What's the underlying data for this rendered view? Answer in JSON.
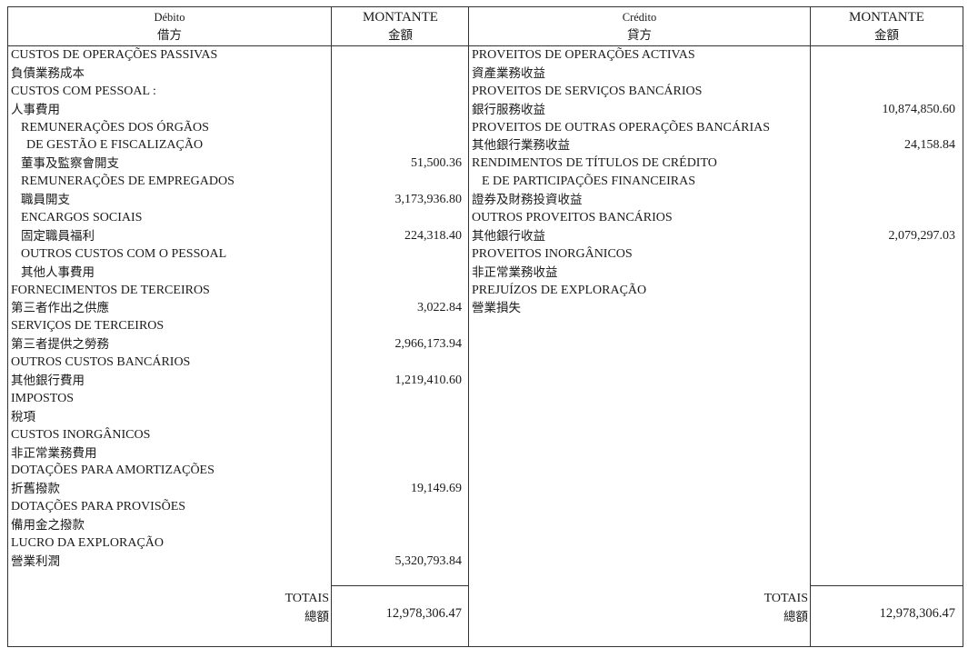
{
  "debit": {
    "header": {
      "pt": "Débito",
      "zh": "借方"
    },
    "amount_header": {
      "pt": "MONTANTE",
      "zh": "金額"
    },
    "rows": [
      {
        "text": "CUSTOS DE OPERAÇÕES PASSIVAS",
        "indent": 0,
        "amount": ""
      },
      {
        "text": "負債業務成本",
        "indent": 0,
        "amount": ""
      },
      {
        "text": "CUSTOS COM PESSOAL :",
        "indent": 0,
        "amount": ""
      },
      {
        "text": "人事費用",
        "indent": 0,
        "amount": ""
      },
      {
        "text": "REMUNERAÇÕES DOS ÓRGÃOS",
        "indent": 1,
        "amount": ""
      },
      {
        "text": "DE GESTÃO E FISCALIZAÇÃO",
        "indent": 2,
        "amount": ""
      },
      {
        "text": "董事及監察會開支",
        "indent": 1,
        "amount": "51,500.36"
      },
      {
        "text": "REMUNERAÇÕES DE EMPREGADOS",
        "indent": 1,
        "amount": ""
      },
      {
        "text": "職員開支",
        "indent": 1,
        "amount": "3,173,936.80"
      },
      {
        "text": "ENCARGOS SOCIAIS",
        "indent": 1,
        "amount": ""
      },
      {
        "text": "固定職員福利",
        "indent": 1,
        "amount": "224,318.40"
      },
      {
        "text": "OUTROS CUSTOS COM O PESSOAL",
        "indent": 1,
        "amount": ""
      },
      {
        "text": "其他人事費用",
        "indent": 1,
        "amount": ""
      },
      {
        "text": "FORNECIMENTOS DE TERCEIROS",
        "indent": 0,
        "amount": ""
      },
      {
        "text": "第三者作出之供應",
        "indent": 0,
        "amount": "3,022.84"
      },
      {
        "text": "SERVIÇOS DE TERCEIROS",
        "indent": 0,
        "amount": ""
      },
      {
        "text": "第三者提供之勞務",
        "indent": 0,
        "amount": "2,966,173.94"
      },
      {
        "text": "OUTROS CUSTOS BANCÁRIOS",
        "indent": 0,
        "amount": ""
      },
      {
        "text": "其他銀行費用",
        "indent": 0,
        "amount": "1,219,410.60"
      },
      {
        "text": "IMPOSTOS",
        "indent": 0,
        "amount": ""
      },
      {
        "text": "稅項",
        "indent": 0,
        "amount": ""
      },
      {
        "text": "CUSTOS INORGÂNICOS",
        "indent": 0,
        "amount": ""
      },
      {
        "text": "非正常業務費用",
        "indent": 0,
        "amount": ""
      },
      {
        "text": "DOTAÇÕES PARA AMORTIZAÇÕES",
        "indent": 0,
        "amount": ""
      },
      {
        "text": "折舊撥款",
        "indent": 0,
        "amount": "19,149.69"
      },
      {
        "text": "DOTAÇÕES PARA PROVISÕES",
        "indent": 0,
        "amount": ""
      },
      {
        "text": "備用金之撥款",
        "indent": 0,
        "amount": ""
      },
      {
        "text": "LUCRO DA EXPLORAÇÃO",
        "indent": 0,
        "amount": ""
      },
      {
        "text": "營業利潤",
        "indent": 0,
        "amount": "5,320,793.84"
      }
    ],
    "totals": {
      "pt": "TOTAIS",
      "zh": "總額",
      "value": "12,978,306.47"
    }
  },
  "credit": {
    "header": {
      "pt": "Crédito",
      "zh": "貸方"
    },
    "amount_header": {
      "pt": "MONTANTE",
      "zh": "金額"
    },
    "rows": [
      {
        "text": "PROVEITOS DE OPERAÇÕES ACTIVAS",
        "indent": 0,
        "amount": ""
      },
      {
        "text": "資產業務收益",
        "indent": 0,
        "amount": ""
      },
      {
        "text": "PROVEITOS DE SERVIÇOS BANCÁRIOS",
        "indent": 0,
        "amount": ""
      },
      {
        "text": "銀行服務收益",
        "indent": 0,
        "amount": "10,874,850.60"
      },
      {
        "text": "PROVEITOS DE OUTRAS OPERAÇÕES BANCÁRIAS",
        "indent": 0,
        "amount": ""
      },
      {
        "text": "其他銀行業務收益",
        "indent": 0,
        "amount": "24,158.84"
      },
      {
        "text": "RENDIMENTOS DE TÍTULOS DE CRÉDITO",
        "indent": 0,
        "amount": ""
      },
      {
        "text": "E DE PARTICIPAÇÕES FINANCEIRAS",
        "indent": 1,
        "amount": ""
      },
      {
        "text": "證券及財務投資收益",
        "indent": 0,
        "amount": ""
      },
      {
        "text": "OUTROS PROVEITOS BANCÁRIOS",
        "indent": 0,
        "amount": ""
      },
      {
        "text": "其他銀行收益",
        "indent": 0,
        "amount": "2,079,297.03"
      },
      {
        "text": "PROVEITOS INORGÂNICOS",
        "indent": 0,
        "amount": ""
      },
      {
        "text": "非正常業務收益",
        "indent": 0,
        "amount": ""
      },
      {
        "text": "PREJUÍZOS DE EXPLORAÇÃO",
        "indent": 0,
        "amount": ""
      },
      {
        "text": "營業損失",
        "indent": 0,
        "amount": ""
      }
    ],
    "totals": {
      "pt": "TOTAIS",
      "zh": "總額",
      "value": "12,978,306.47"
    }
  }
}
